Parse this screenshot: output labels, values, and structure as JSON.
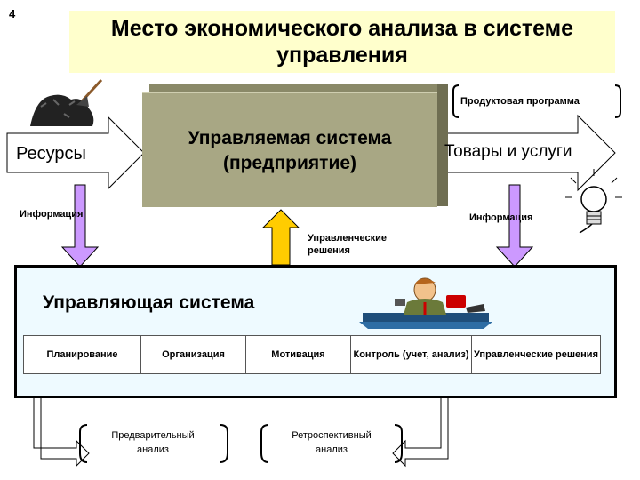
{
  "slide_number": "4",
  "title": "Место экономического анализа в системе управления",
  "managed_system": {
    "line1": "Управляемая система",
    "line2": "(предприятие)"
  },
  "inputs": {
    "resources": "Ресурсы"
  },
  "outputs": {
    "goods": "Товары и услуги",
    "product_program": "Продуктовая программа"
  },
  "flows": {
    "info_left": "Информация",
    "info_right": "Информация",
    "decisions_line1": "Управленческие",
    "decisions_line2": "решения"
  },
  "control_system": {
    "title": "Управляющая система",
    "functions": [
      {
        "label": "Планирование"
      },
      {
        "label": "Организация"
      },
      {
        "label": "Мотивация"
      },
      {
        "label": "Контроль (учет, анализ)"
      },
      {
        "label": "Управленческие решения"
      }
    ]
  },
  "analysis": {
    "preliminary_line1": "Предварительный",
    "preliminary_line2": "анализ",
    "retrospective_line1": "Ретроспективный",
    "retrospective_line2": "анализ"
  },
  "colors": {
    "title_bg": "#ffffcc",
    "managed_box": "#a8a784",
    "info_arrow": "#cc99ff",
    "decision_arrow": "#ffcc00",
    "control_bg": "#eefaff"
  }
}
